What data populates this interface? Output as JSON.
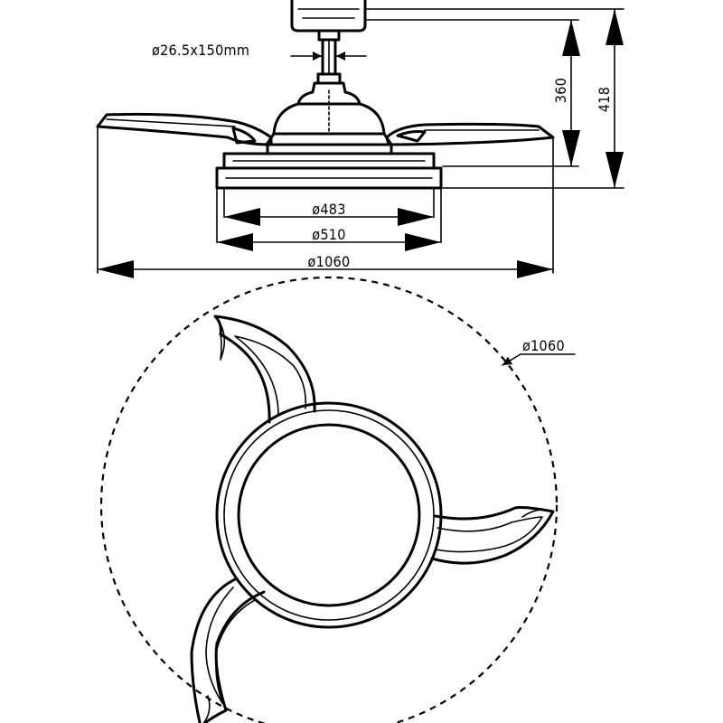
{
  "side_view": {
    "rod_label": "ø26.5x150mm",
    "height_labels": {
      "inner": "360",
      "outer": "418"
    },
    "diameter_labels": {
      "inner_light": "ø483",
      "light_housing": "ø510",
      "blade_span": "ø1060"
    }
  },
  "top_view": {
    "blade_span_label": "ø1060",
    "blade_count": 3
  }
}
